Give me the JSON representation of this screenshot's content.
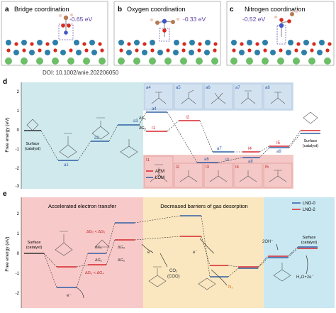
{
  "top_panels": [
    {
      "letter": "a",
      "title": "Bridge coordination",
      "energy": "-0.65 eV"
    },
    {
      "letter": "b",
      "title": "Oxygen coordination",
      "energy": "-0.33 eV"
    },
    {
      "letter": "c",
      "title": "Nitrogen coordination",
      "energy": "-0.52 eV"
    }
  ],
  "doi": "DOI: 10.1002/anie.202206050",
  "panel_d": {
    "letter": "d",
    "ylabel": "Free energy (eV)",
    "yticks": [
      "2",
      "1",
      "0",
      "-1",
      "-2",
      "-3"
    ],
    "left_label": [
      "Surface",
      "(catalyst)"
    ],
    "right_label": [
      "Surface",
      "(catalyst)"
    ],
    "aem_levels": [
      "a1",
      "a2",
      "a3"
    ],
    "branch_labels": [
      "a4",
      "a5",
      "a6",
      "a7",
      "a8",
      "a9",
      "I1",
      "I2",
      "I3",
      "I4",
      "I5"
    ],
    "top_box_labels": [
      "a4",
      "a5",
      "a6",
      "a7",
      "a8"
    ],
    "bottom_box_labels": [
      "I1",
      "I2",
      "I3",
      "I4",
      "I5"
    ],
    "dg_labels": [
      "ΔG₁",
      "ΔG₂"
    ],
    "legend": [
      "AEM",
      "LOM"
    ],
    "colors": {
      "aem": "#d6262b",
      "lom": "#2f5fa5",
      "teal_bg": "#cfe9ec",
      "blue_bg": "#d3e2f1",
      "pink_bg": "#f4c8c6"
    }
  },
  "panel_e": {
    "letter": "e",
    "ylabel": "Free energy (eV)",
    "yticks": [
      "2",
      "1",
      "0",
      "-1",
      "-2"
    ],
    "sections": [
      "Accelerated electron transfer",
      "Decreased barriers of gas desorption"
    ],
    "left_label": [
      "Surface",
      "(catalyst)"
    ],
    "right_label": [
      "Surface",
      "(catalyst)"
    ],
    "dg_compare": [
      "ΔG₂ < ΔG₁",
      "ΔG₁",
      "ΔG₂",
      "ΔG₁",
      "ΔG₂",
      "ΔG₃ < ΔG₄"
    ],
    "species": [
      "CO₂",
      "(COO)",
      "N₂",
      "2OH⁻",
      "H₂O+2e⁻"
    ],
    "electron": [
      "e⁻",
      "e⁻",
      "e⁻"
    ],
    "legend": [
      "LNO-0",
      "LNO-2"
    ],
    "colors": {
      "lno0": "#2f5fa5",
      "lno2": "#d6262b",
      "pink_bg": "#f8c9c9",
      "yellow_bg": "#fbe7bf",
      "blue_bg": "#c9e8f2"
    }
  }
}
